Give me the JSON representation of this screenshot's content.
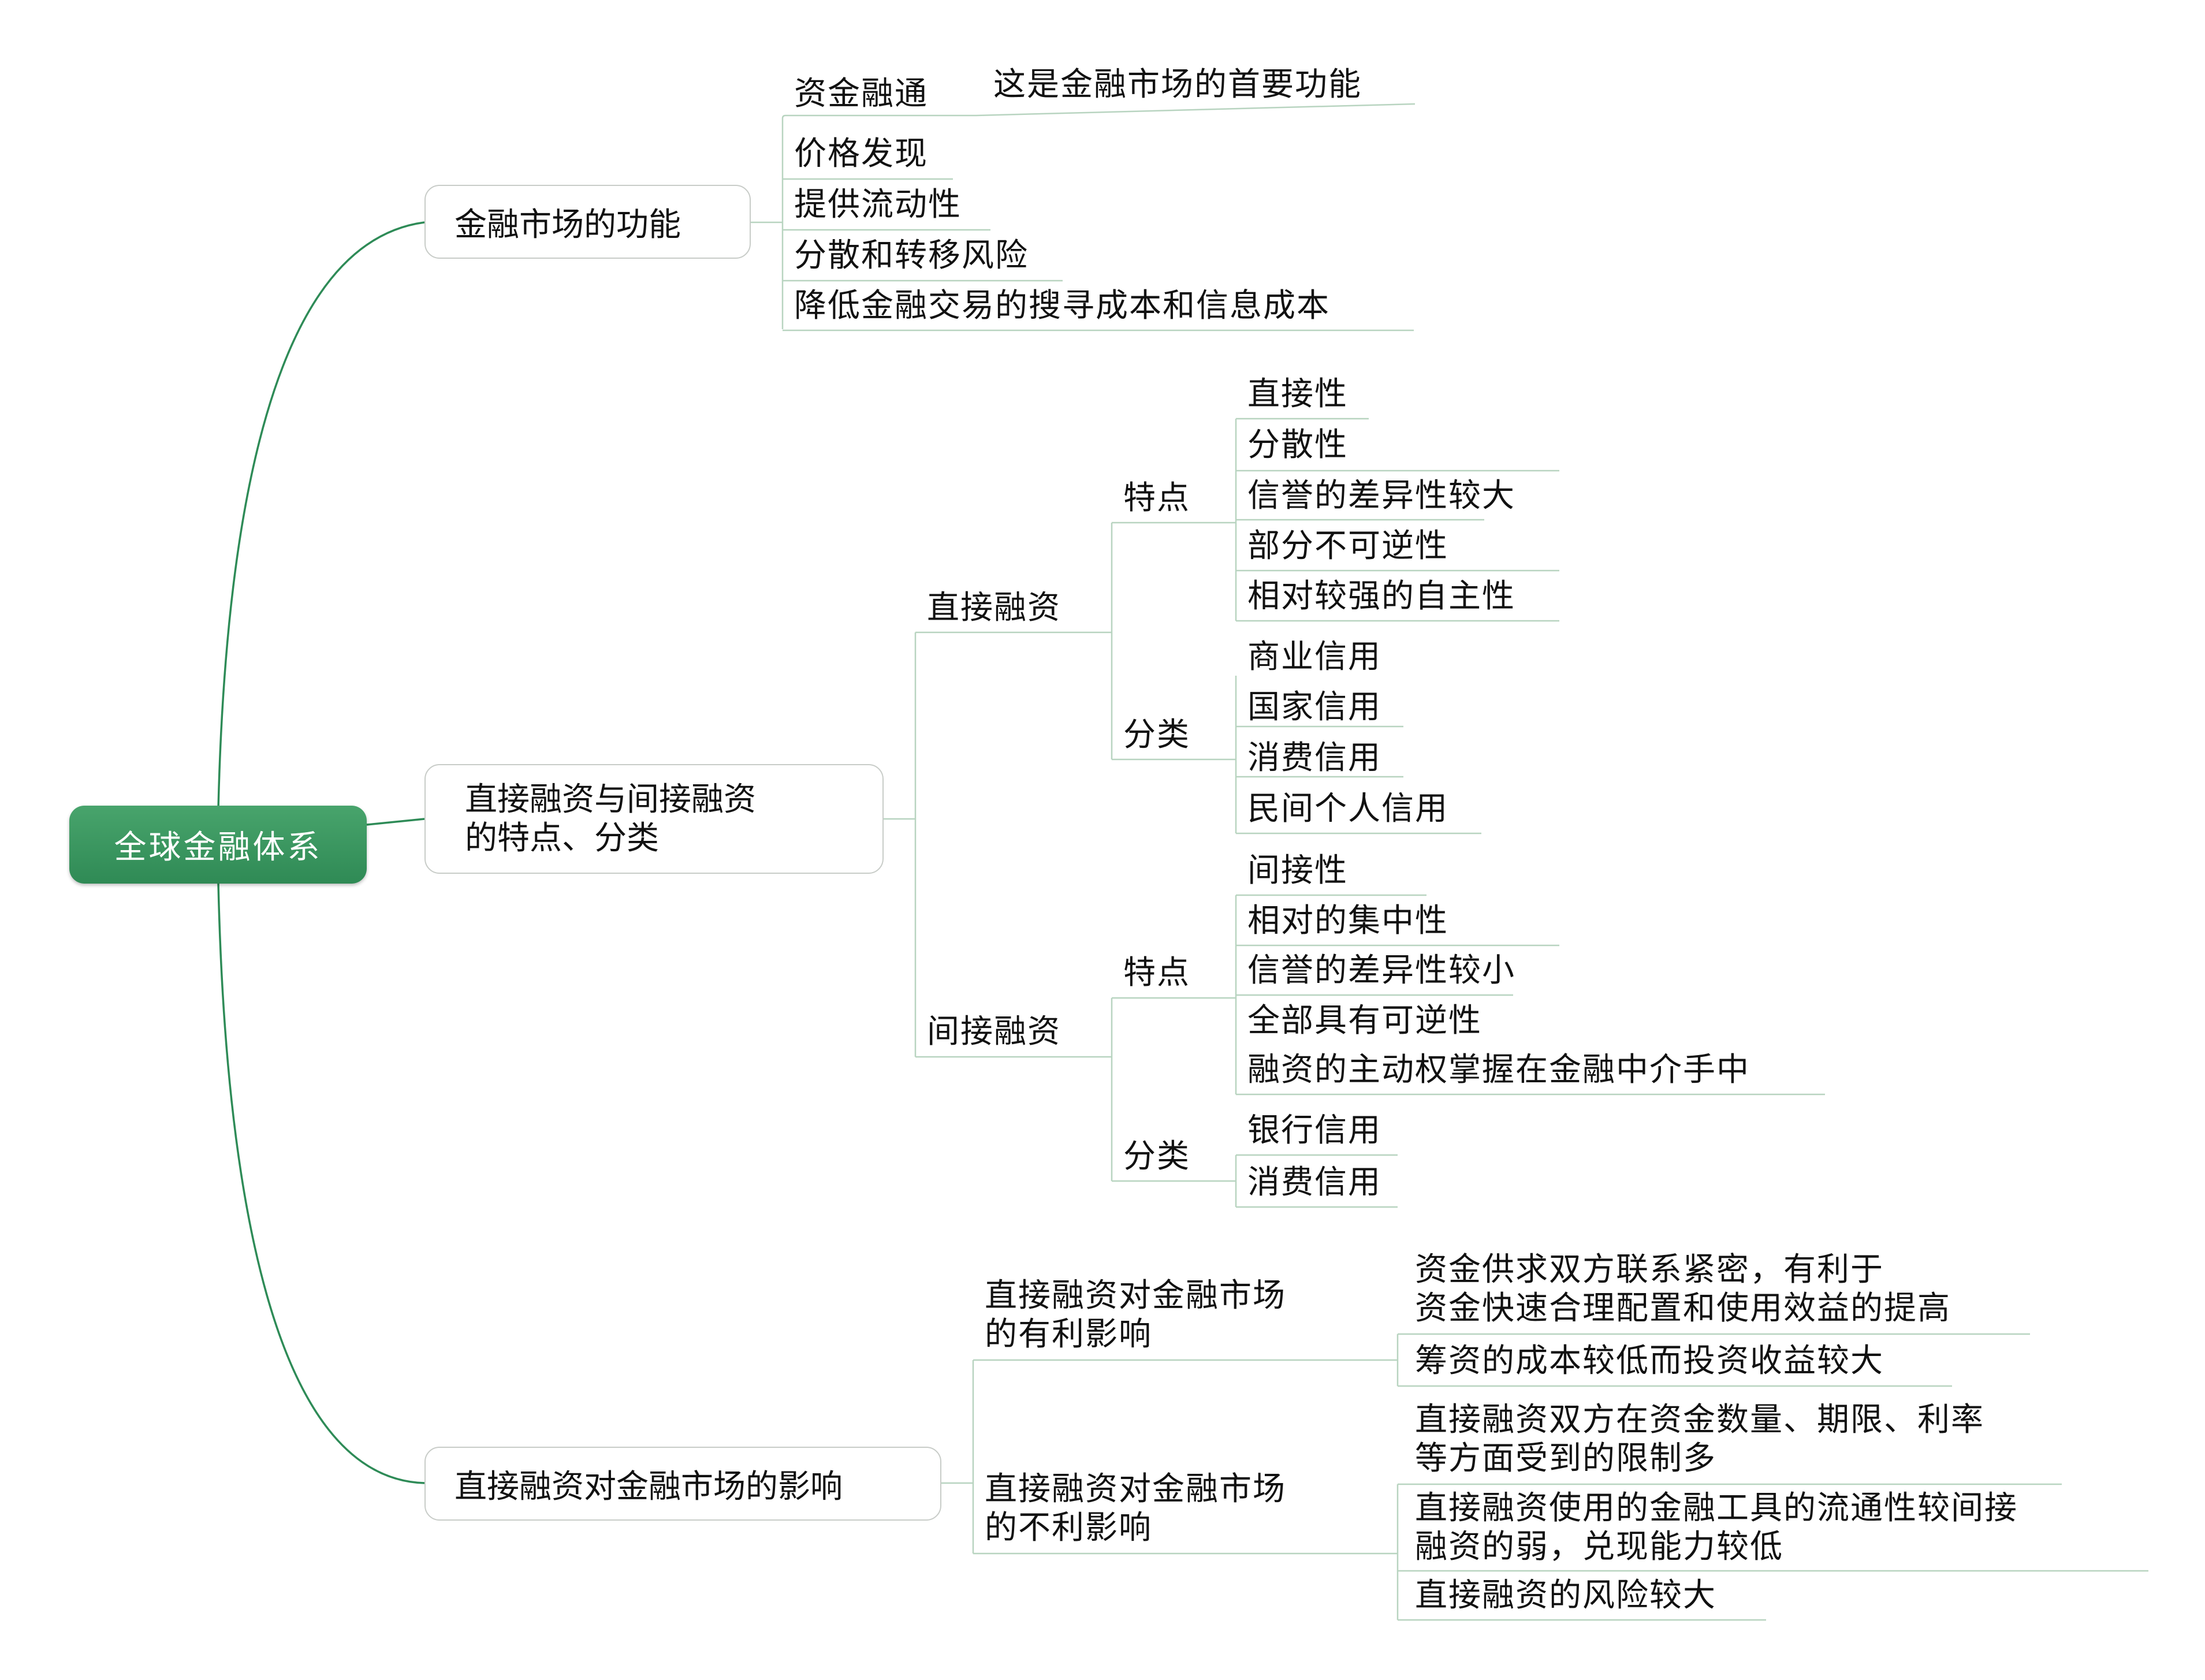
{
  "root": {
    "label": "全球金融体系"
  },
  "functions": {
    "label": "金融市场的功能",
    "items": [
      {
        "label": "资金融通",
        "note": "这是金融市场的首要功能"
      },
      {
        "label": "价格发现"
      },
      {
        "label": "提供流动性"
      },
      {
        "label": "分散和转移风险"
      },
      {
        "label": "降低金融交易的搜寻成本和信息成本"
      }
    ]
  },
  "financing": {
    "label_line1": "直接融资与间接融资",
    "label_line2": "的特点、分类",
    "direct": {
      "label": "直接融资",
      "features_label": "特点",
      "features": [
        "直接性",
        "分散性",
        "信誉的差异性较大",
        "部分不可逆性",
        "相对较强的自主性"
      ],
      "types_label": "分类",
      "types": [
        "商业信用",
        "国家信用",
        "消费信用",
        "民间个人信用"
      ]
    },
    "indirect": {
      "label": "间接融资",
      "features_label": "特点",
      "features": [
        "间接性",
        "相对的集中性",
        "信誉的差异性较小",
        "全部具有可逆性",
        "融资的主动权掌握在金融中介手中"
      ],
      "types_label": "分类",
      "types": [
        "银行信用",
        "消费信用"
      ]
    }
  },
  "impact": {
    "label": "直接融资对金融市场的影响",
    "favorable": {
      "label_line1": "直接融资对金融市场",
      "label_line2": "的有利影响",
      "items": [
        {
          "line1": "资金供求双方联系紧密，有利于",
          "line2": "资金快速合理配置和使用效益的提高"
        },
        {
          "line1": "筹资的成本较低而投资收益较大"
        }
      ]
    },
    "unfavorable": {
      "label_line1": "直接融资对金融市场",
      "label_line2": "的不利影响",
      "items": [
        {
          "line1": "直接融资双方在资金数量、期限、利率",
          "line2": "等方面受到的限制多"
        },
        {
          "line1": "直接融资使用的金融工具的流通性较间接",
          "line2": "融资的弱，兑现能力较低"
        },
        {
          "line1": "直接融资的风险较大"
        }
      ]
    }
  },
  "colors": {
    "root_fill": "#3a9660",
    "main_branch": "#2e8b57",
    "sub_line": "#b8d4c0"
  }
}
